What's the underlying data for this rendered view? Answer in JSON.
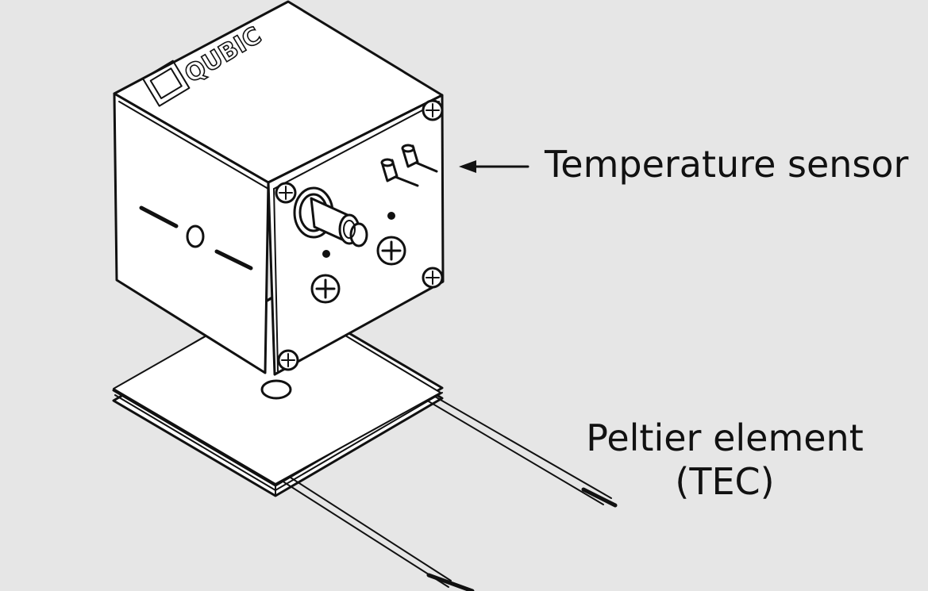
{
  "diagram": {
    "brand_logo_text": "QUBIC",
    "labels": {
      "temperature_sensor": "Temperature sensor",
      "peltier_element_line1": "Peltier element",
      "peltier_element_line2": "(TEC)"
    },
    "icons": [
      "arrow-left-icon",
      "screw-icon",
      "connector-icon"
    ],
    "colors": {
      "background": "#e6e6e6",
      "line": "#111111",
      "fill": "#ffffff"
    }
  }
}
